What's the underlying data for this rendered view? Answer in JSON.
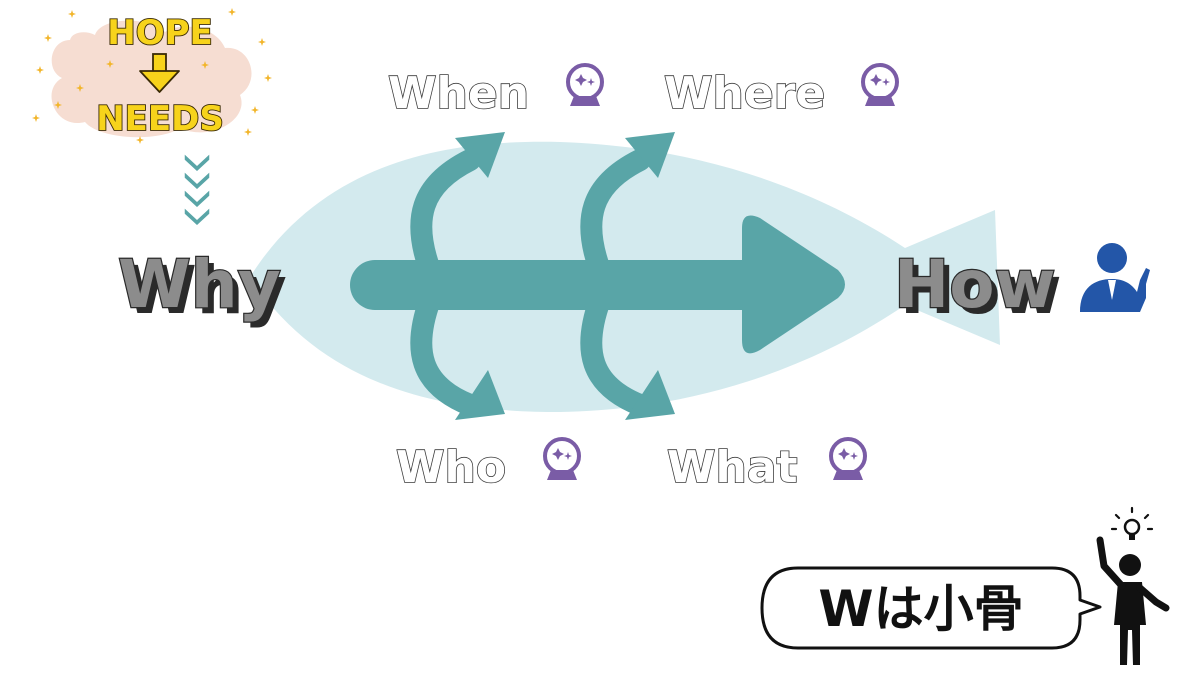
{
  "hope_box": {
    "top": "HOPE",
    "bottom": "NEEDS"
  },
  "fishbone": {
    "head": "How",
    "tail": "Why",
    "upper_bones": [
      "When",
      "Where"
    ],
    "lower_bones": [
      "Who",
      "What"
    ]
  },
  "speech_bubble": {
    "text": "Wは小骨"
  },
  "colors": {
    "fish_body": "#d3eaee",
    "arrow": "#59a5a7",
    "crystal_ball": "#7a5ca6",
    "hope_cloud": "#f6ddd2",
    "hope_text": "#f7d31b",
    "businessman": "#2356a8"
  },
  "icons": [
    "crystal-ball-icon",
    "businessman-icon",
    "thinking-person-icon",
    "lightbulb-icon",
    "chevron-down-icon",
    "sparkle-icon"
  ]
}
